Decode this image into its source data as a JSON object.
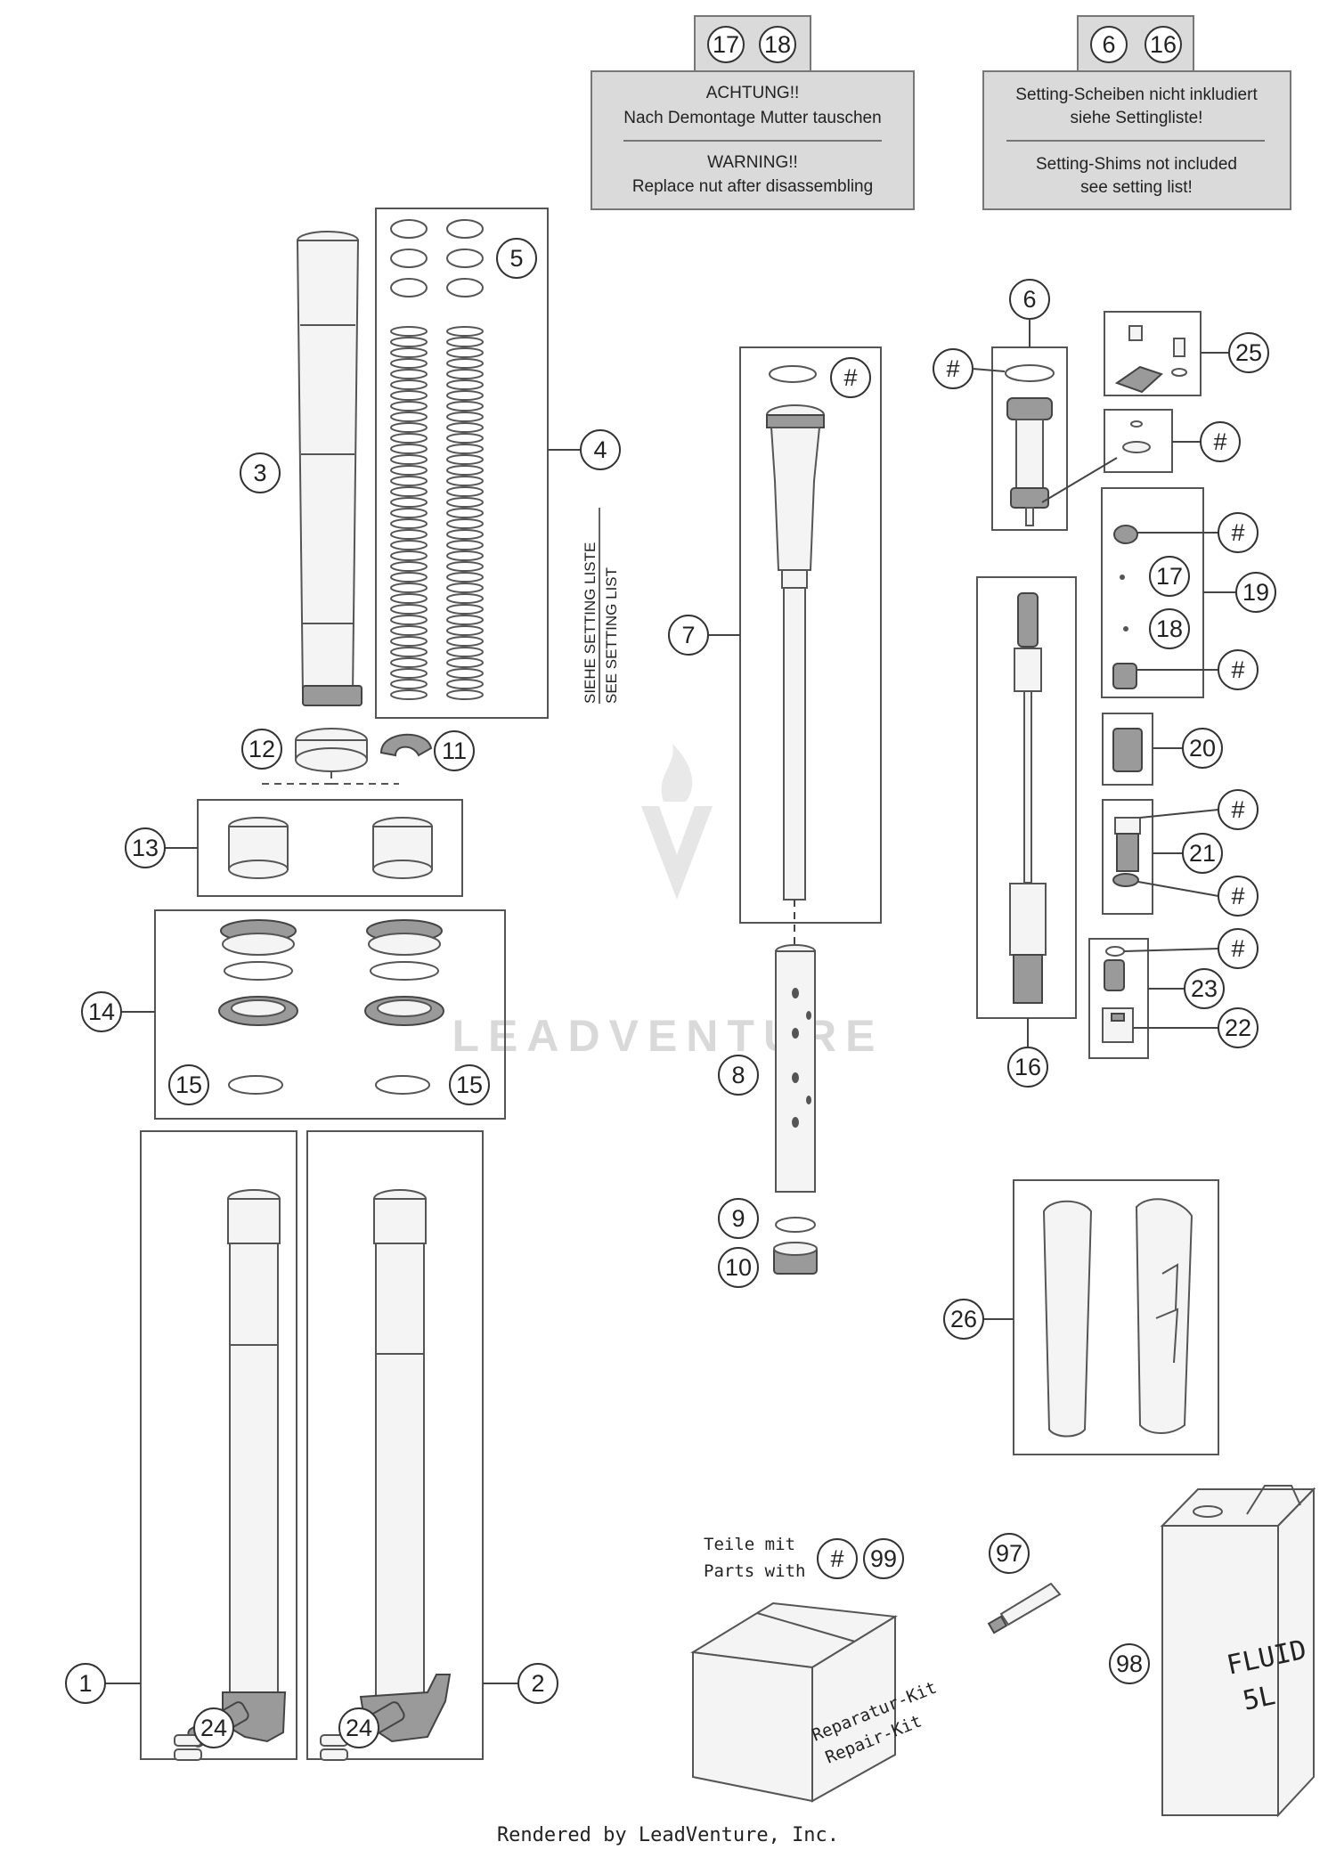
{
  "notes": {
    "left": {
      "refs": [
        "17",
        "18"
      ],
      "lines_de": [
        "ACHTUNG!!",
        "Nach Demontage Mutter tauschen"
      ],
      "lines_en": [
        "WARNING!!",
        "Replace nut after disassembling"
      ]
    },
    "right": {
      "refs": [
        "6",
        "16"
      ],
      "lines_de": [
        "Setting-Scheiben nicht inkludiert",
        "siehe Settingliste!"
      ],
      "lines_en": [
        "Setting-Shims not included",
        "see setting list!"
      ]
    }
  },
  "setting_list": {
    "de": "SIEHE SETTING LISTE",
    "en": "SEE SETTING LIST"
  },
  "repair_kit": {
    "caption": [
      "Teile mit",
      "Parts with"
    ],
    "refs": [
      "#",
      "99"
    ],
    "box_label": [
      "Reparatur-Kit",
      "Repair-Kit"
    ]
  },
  "fluid_can": {
    "label": [
      "FLUID",
      "5L"
    ]
  },
  "callouts": {
    "c1": "1",
    "c2": "2",
    "c3": "3",
    "c4": "4",
    "c5": "5",
    "c6": "6",
    "c7": "7",
    "c8": "8",
    "c9": "9",
    "c10": "10",
    "c11": "11",
    "c12": "12",
    "c13": "13",
    "c14": "14",
    "c15a": "15",
    "c15b": "15",
    "c16": "16",
    "c17": "17",
    "c18": "18",
    "c19": "19",
    "c20": "20",
    "c21": "21",
    "c22": "22",
    "c23": "23",
    "c24a": "24",
    "c24b": "24",
    "c25": "25",
    "c26": "26",
    "c97": "97",
    "c98": "98",
    "h7": "#",
    "h6": "#",
    "h6b": "#",
    "h19a": "#",
    "h19b": "#",
    "h21a": "#",
    "h21b": "#",
    "h23": "#"
  },
  "watermark": "LEADVENTURE",
  "footer": "Rendered by LeadVenture, Inc."
}
